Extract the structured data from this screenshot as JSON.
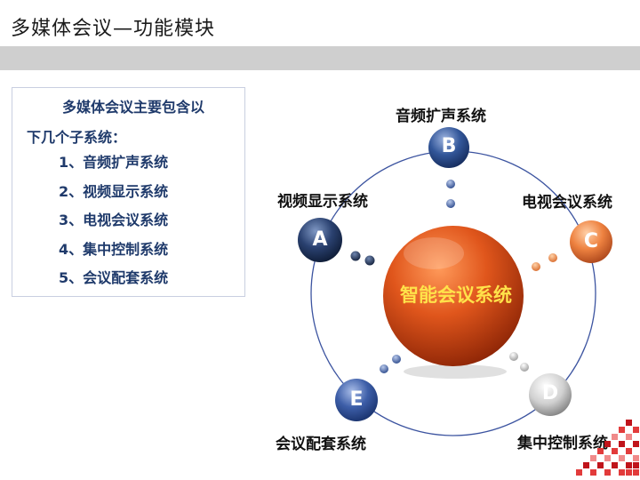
{
  "slide": {
    "title": "多媒体会议—功能模块"
  },
  "intro": {
    "line1": "多媒体会议主要包含以",
    "line2": "下几个子系统：",
    "items": [
      "1、音频扩声系统",
      "2、视频显示系统",
      "3、电视会议系统",
      "4、集中控制系统",
      "5、会议配套系统"
    ]
  },
  "diagram": {
    "center": "智能会议系统",
    "nodes": {
      "A": {
        "letter": "A",
        "label": "视频显示系统",
        "color": "#1f3558"
      },
      "B": {
        "letter": "B",
        "label": "音频扩声系统",
        "color": "#2a4a86"
      },
      "C": {
        "letter": "C",
        "label": "电视会议系统",
        "color": "#e8743a"
      },
      "D": {
        "letter": "D",
        "label": "集中控制系统",
        "color": "#bdbdbd"
      },
      "E": {
        "letter": "E",
        "label": "会议配套系统",
        "color": "#3a5aa0"
      }
    },
    "ring_color": "#3c54a0",
    "center_color": "#d94a12"
  }
}
